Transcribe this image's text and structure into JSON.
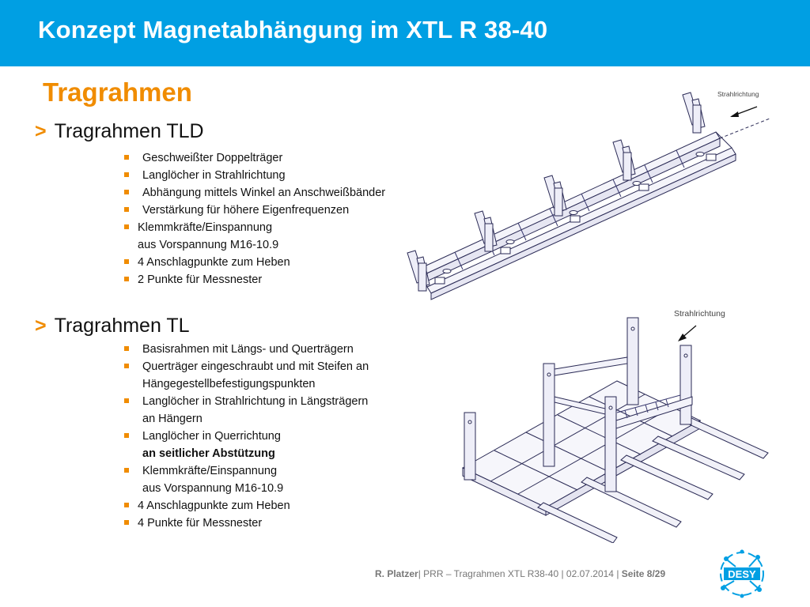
{
  "header": {
    "title": "Konzept Magnetabhängung im XTL R 38-40",
    "color": "#009fe3"
  },
  "subtitle": "Tragrahmen",
  "accent_color": "#f08c00",
  "sections": [
    {
      "chevron": ">",
      "title": "Tragrahmen TLD",
      "bullets": [
        {
          "line1": "Geschweißter Doppelträger"
        },
        {
          "line1": "Langlöcher in Strahlrichtung"
        },
        {
          "line1": "Abhängung mittels Winkel an Anschweißbänder"
        },
        {
          "line1": "Verstärkung für höhere Eigenfrequenzen"
        },
        {
          "line1": "Klemmkräfte/Einspannung",
          "line2": "aus Vorspannung M16-10.9"
        },
        {
          "line1": "4 Anschlagpunkte zum Heben"
        },
        {
          "line1": "2 Punkte für Messnester"
        }
      ]
    },
    {
      "chevron": ">",
      "title": "Tragrahmen TL",
      "bullets": [
        {
          "line1": "Basisrahmen mit Längs- und Querträgern"
        },
        {
          "line1": "Querträger eingeschraubt und mit Steifen an",
          "line2": "Hängegestellbefestigungspunkten"
        },
        {
          "line1": "Langlöcher in Strahlrichtung in Längsträgern",
          "line2": "an Hängern"
        },
        {
          "line1": "Langlöcher in Querrichtung",
          "line2": "an seitlicher Abstützung"
        },
        {
          "line1": "Klemmkräfte/Einspannung",
          "line2": "aus Vorspannung M16-10.9"
        },
        {
          "line1": "4 Anschlagpunkte zum Heben"
        },
        {
          "line1": "4 Punkte für Messnester"
        }
      ]
    }
  ],
  "drawings": {
    "tld_label": "Strahlrichtung",
    "tl_label": "Strahlrichtung"
  },
  "footer": {
    "author": "R. Platzer",
    "sep1": "|",
    "project": " PRR – Tragrahmen XTL R38-40",
    "sep2": " | ",
    "date": "02.07.2014",
    "sep3": " | ",
    "page": "Seite 8/29"
  },
  "logo": {
    "text": "DESY",
    "color": "#009fe3"
  }
}
